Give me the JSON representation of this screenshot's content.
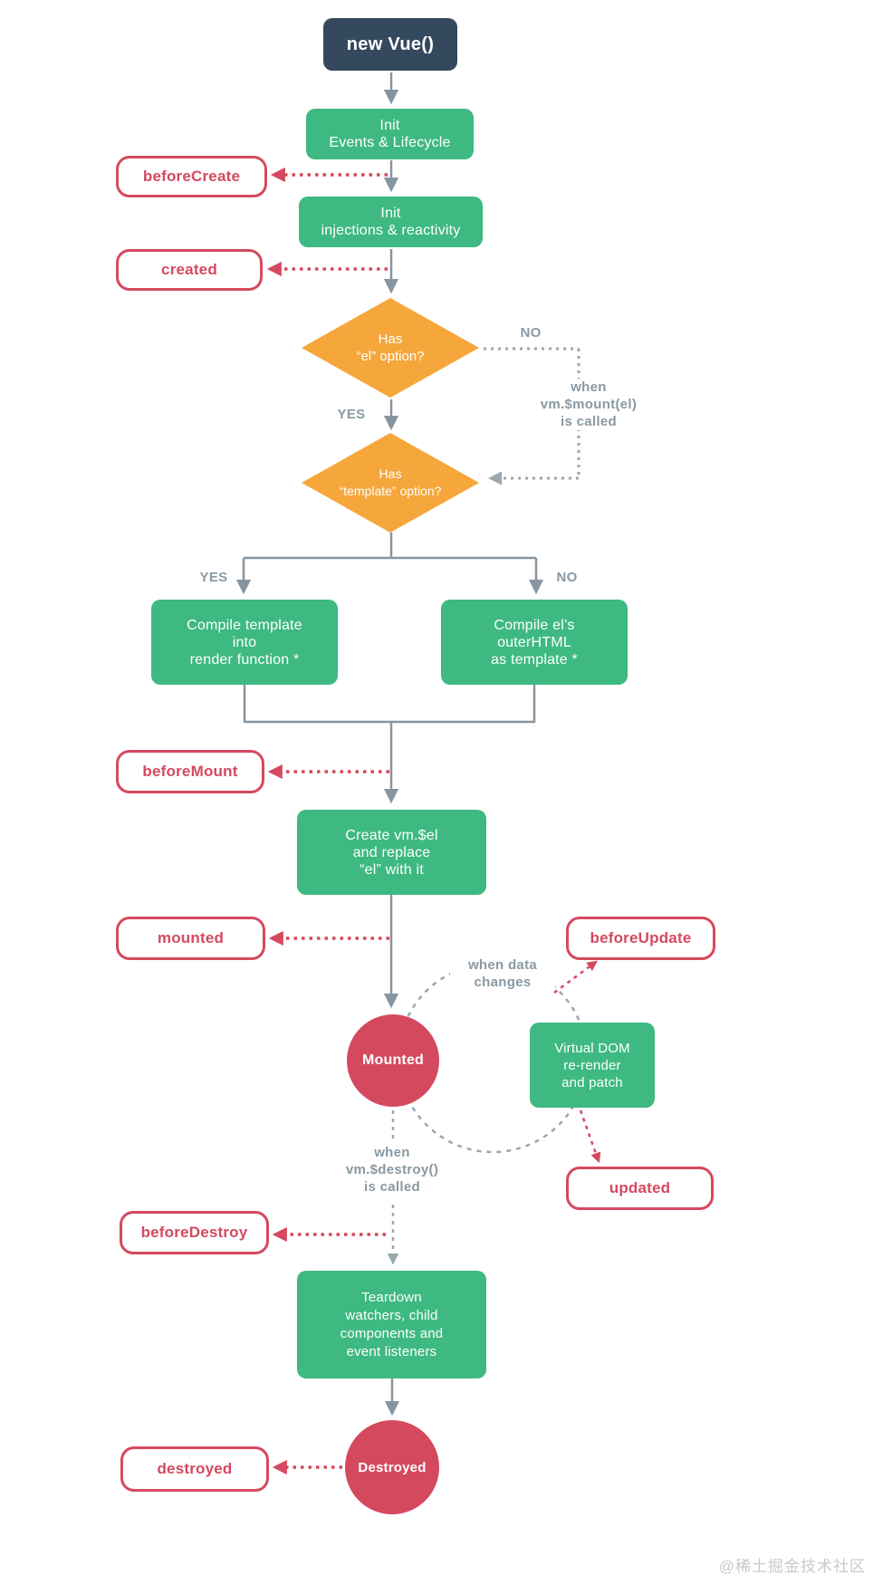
{
  "colors": {
    "navy": "#35495e",
    "green": "#3eb981",
    "orange": "#f5a73b",
    "red": "#d5495f",
    "line_gray": "#8795a0",
    "dot_gray": "#9aa7ae",
    "label_gray": "#8999a3",
    "watermark_gray": "#c9c9c9"
  },
  "nodes": {
    "new_vue": {
      "label": "new Vue()"
    },
    "init_events": {
      "lines": [
        "Init",
        "Events & Lifecycle"
      ]
    },
    "init_injections": {
      "lines": [
        "Init",
        "injections & reactivity"
      ]
    },
    "has_el": {
      "lines": [
        "Has",
        "“el” option?"
      ]
    },
    "has_template": {
      "lines": [
        "Has",
        "“template” option?"
      ]
    },
    "compile_template": {
      "lines": [
        "Compile template",
        "into",
        "render function *"
      ]
    },
    "compile_el": {
      "lines": [
        "Compile el’s",
        "outerHTML",
        "as template *"
      ]
    },
    "create_vm_el": {
      "lines": [
        "Create vm.$el",
        "and replace",
        "“el” with it"
      ]
    },
    "virtual_dom": {
      "lines": [
        "Virtual DOM",
        "re-render",
        "and patch"
      ]
    },
    "teardown": {
      "lines": [
        "Teardown",
        "watchers, child",
        "components and",
        "event listeners"
      ]
    },
    "mounted_state": {
      "label": "Mounted"
    },
    "destroyed_state": {
      "label": "Destroyed"
    }
  },
  "hooks": {
    "before_create": {
      "label": "beforeCreate"
    },
    "created": {
      "label": "created"
    },
    "before_mount": {
      "label": "beforeMount"
    },
    "mounted": {
      "label": "mounted"
    },
    "before_update": {
      "label": "beforeUpdate"
    },
    "updated": {
      "label": "updated"
    },
    "before_destroy": {
      "label": "beforeDestroy"
    },
    "destroyed": {
      "label": "destroyed"
    }
  },
  "labels": {
    "no_el": "NO",
    "yes_el": "YES",
    "yes_template": "YES",
    "no_template": "NO",
    "when_mount": [
      "when",
      "vm.$mount(el)",
      "is called"
    ],
    "when_data": [
      "when data",
      "changes"
    ],
    "when_destroy": [
      "when",
      "vm.$destroy()",
      "is called"
    ]
  },
  "watermark": "@稀土掘金技术社区",
  "edges": [
    {
      "from": "new_vue",
      "to": "init_events",
      "style": "solid"
    },
    {
      "from": "init_events",
      "to": "init_injections",
      "style": "solid",
      "hook_branch": "beforeCreate"
    },
    {
      "from": "init_injections",
      "to": "has_el",
      "style": "solid",
      "hook_branch": "created"
    },
    {
      "from": "has_el",
      "to": "has_template",
      "style": "solid",
      "label": "YES"
    },
    {
      "from": "has_el",
      "to": "has_template",
      "style": "dotted",
      "label": "NO",
      "note": "when vm.$mount(el) is called"
    },
    {
      "from": "has_template",
      "to": "compile_template",
      "style": "solid",
      "label": "YES"
    },
    {
      "from": "has_template",
      "to": "compile_el",
      "style": "solid",
      "label": "NO"
    },
    {
      "from": "compile_template",
      "to": "create_vm_el",
      "style": "solid",
      "hook_branch": "beforeMount"
    },
    {
      "from": "compile_el",
      "to": "create_vm_el",
      "style": "solid",
      "hook_branch": "beforeMount"
    },
    {
      "from": "create_vm_el",
      "to": "mounted_state",
      "style": "solid",
      "hook_branch": "mounted"
    },
    {
      "from": "mounted_state",
      "to": "virtual_dom",
      "style": "dashed-loop",
      "note": "when data changes",
      "hook_branch": "beforeUpdate"
    },
    {
      "from": "virtual_dom",
      "to": "mounted_state",
      "style": "dashed-loop",
      "hook_branch": "updated"
    },
    {
      "from": "mounted_state",
      "to": "teardown",
      "style": "dashed",
      "note": "when vm.$destroy() is called",
      "hook_branch": "beforeDestroy"
    },
    {
      "from": "teardown",
      "to": "destroyed_state",
      "style": "solid",
      "hook_branch": "destroyed"
    }
  ]
}
